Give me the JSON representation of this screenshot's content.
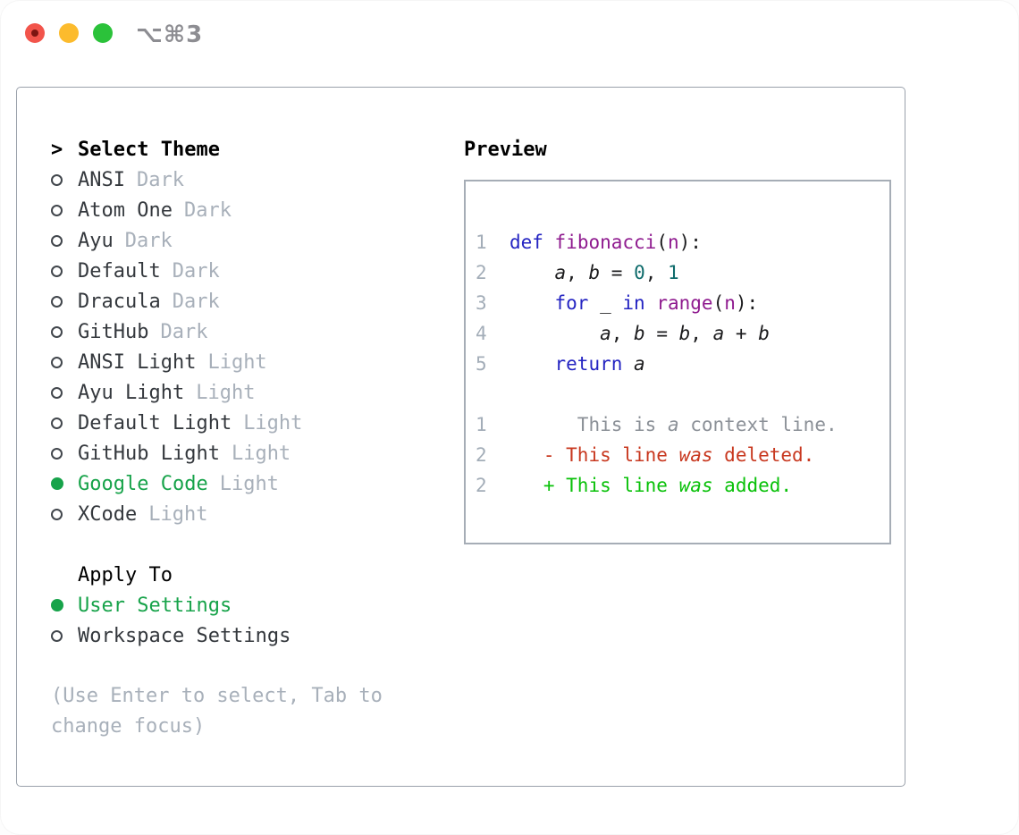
{
  "window": {
    "title": "⌥⌘3"
  },
  "titlebar": {
    "traffic_lights": [
      {
        "name": "close",
        "color": "#f2544b"
      },
      {
        "name": "minimize",
        "color": "#fcbb2d"
      },
      {
        "name": "zoom",
        "color": "#2bc23a"
      }
    ]
  },
  "theme_selector": {
    "header_prefix": ">",
    "header": "Select Theme",
    "themes": [
      {
        "name": "ANSI",
        "variant": "Dark",
        "selected": false
      },
      {
        "name": "Atom One",
        "variant": "Dark",
        "selected": false
      },
      {
        "name": "Ayu",
        "variant": "Dark",
        "selected": false
      },
      {
        "name": "Default",
        "variant": "Dark",
        "selected": false
      },
      {
        "name": "Dracula",
        "variant": "Dark",
        "selected": false
      },
      {
        "name": "GitHub",
        "variant": "Dark",
        "selected": false
      },
      {
        "name": "ANSI Light",
        "variant": "Light",
        "selected": false
      },
      {
        "name": "Ayu Light",
        "variant": "Light",
        "selected": false
      },
      {
        "name": "Default Light",
        "variant": "Light",
        "selected": false
      },
      {
        "name": "GitHub Light",
        "variant": "Light",
        "selected": false
      },
      {
        "name": "Google Code",
        "variant": "Light",
        "selected": true
      },
      {
        "name": "XCode",
        "variant": "Light",
        "selected": false
      }
    ]
  },
  "apply_to": {
    "header": "Apply To",
    "options": [
      {
        "label": "User Settings",
        "selected": true
      },
      {
        "label": "Workspace Settings",
        "selected": false
      }
    ]
  },
  "hint": "(Use Enter to select, Tab to change focus)",
  "preview": {
    "label": "Preview",
    "lines": [
      {
        "num": "",
        "tokens": []
      },
      {
        "num": "1",
        "tokens": [
          {
            "t": "def",
            "c": "kw"
          },
          {
            "t": " ",
            "c": "pl"
          },
          {
            "t": "fibonacci",
            "c": "fn"
          },
          {
            "t": "(",
            "c": "pl"
          },
          {
            "t": "n",
            "c": "fn"
          },
          {
            "t": "):",
            "c": "pl"
          }
        ]
      },
      {
        "num": "2",
        "tokens": [
          {
            "t": "    ",
            "c": "pl"
          },
          {
            "t": "a",
            "c": "var"
          },
          {
            "t": ", ",
            "c": "pl"
          },
          {
            "t": "b",
            "c": "var"
          },
          {
            "t": " = ",
            "c": "pl"
          },
          {
            "t": "0",
            "c": "lit"
          },
          {
            "t": ", ",
            "c": "pl"
          },
          {
            "t": "1",
            "c": "lit"
          }
        ]
      },
      {
        "num": "3",
        "tokens": [
          {
            "t": "    ",
            "c": "pl"
          },
          {
            "t": "for",
            "c": "kw"
          },
          {
            "t": " _ ",
            "c": "pl"
          },
          {
            "t": "in",
            "c": "kw"
          },
          {
            "t": " ",
            "c": "pl"
          },
          {
            "t": "range",
            "c": "fn"
          },
          {
            "t": "(",
            "c": "pl"
          },
          {
            "t": "n",
            "c": "fn"
          },
          {
            "t": "):",
            "c": "pl"
          }
        ]
      },
      {
        "num": "4",
        "tokens": [
          {
            "t": "        ",
            "c": "pl"
          },
          {
            "t": "a",
            "c": "var"
          },
          {
            "t": ", ",
            "c": "pl"
          },
          {
            "t": "b",
            "c": "var"
          },
          {
            "t": " = ",
            "c": "pl"
          },
          {
            "t": "b",
            "c": "var"
          },
          {
            "t": ", ",
            "c": "pl"
          },
          {
            "t": "a",
            "c": "var"
          },
          {
            "t": " + ",
            "c": "pl"
          },
          {
            "t": "b",
            "c": "var"
          }
        ]
      },
      {
        "num": "5",
        "tokens": [
          {
            "t": "    ",
            "c": "pl"
          },
          {
            "t": "return",
            "c": "kw"
          },
          {
            "t": " ",
            "c": "pl"
          },
          {
            "t": "a",
            "c": "var"
          }
        ]
      },
      {
        "num": "",
        "tokens": []
      },
      {
        "num": "1",
        "tokens": [
          {
            "t": "      This is ",
            "c": "ctx"
          },
          {
            "t": "a",
            "c": "ctx",
            "i": true
          },
          {
            "t": " context line.",
            "c": "ctx"
          }
        ]
      },
      {
        "num": "2",
        "tokens": [
          {
            "t": "   - This line ",
            "c": "del"
          },
          {
            "t": "was",
            "c": "del",
            "i": true
          },
          {
            "t": " deleted.",
            "c": "del"
          }
        ]
      },
      {
        "num": "2",
        "tokens": [
          {
            "t": "   + This line ",
            "c": "add"
          },
          {
            "t": "was",
            "c": "add",
            "i": true
          },
          {
            "t": " added.",
            "c": "add"
          }
        ]
      }
    ]
  },
  "colors": {
    "accent": "#17a34a",
    "text-dark": "#34383d",
    "muted": "#a8b0ba",
    "radio-ring": "#41464c",
    "panel-border": "#9aa1ab",
    "preview-border": "#a6adb6",
    "lineno": "#a3adb8",
    "kw": "#2424c2",
    "fn": "#8f1b8f",
    "lit": "#0e6b6b",
    "code-plain": "#1c1c1e",
    "ctx": "#8b9097",
    "del": "#c8381f",
    "add": "#09c109",
    "tl-red": "#f2544b",
    "tl-yellow": "#fcbb2d",
    "tl-green": "#2bc23a",
    "tl-red-dot": "#7c1511",
    "title-gray": "#8d8d92"
  }
}
